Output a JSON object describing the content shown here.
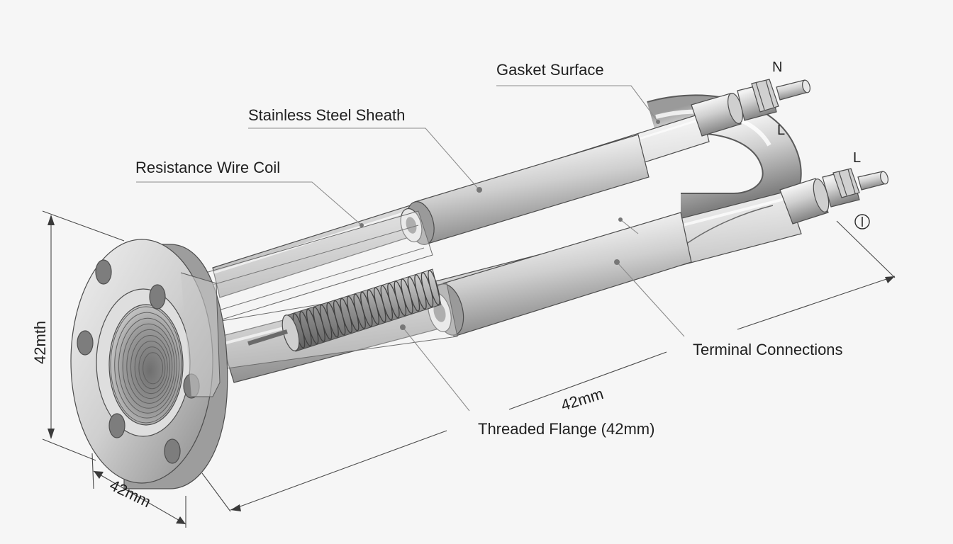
{
  "labels": {
    "gasket_surface": "Gasket Surface",
    "stainless_steel_sheath": "Stainless Steel Sheath",
    "resistance_wire_coil": "Resistance Wire Coil",
    "terminal_connections": "Terminal Connections",
    "threaded_flange": "Threaded Flange (42mm)"
  },
  "dimensions": {
    "height_label": "42mth",
    "length_label": "42mm",
    "width_label": "42mm"
  },
  "terminals": {
    "upper_top": "N",
    "upper_bottom": "L",
    "lower_top": "L",
    "ground_symbol": "⏀"
  },
  "colors": {
    "background": "#f6f6f6",
    "metal_light": "#f2f2f2",
    "metal_mid": "#bdbdbd",
    "metal_dark": "#7a7a7a",
    "outline": "#4d4d4d",
    "text": "#1f1f1f"
  }
}
